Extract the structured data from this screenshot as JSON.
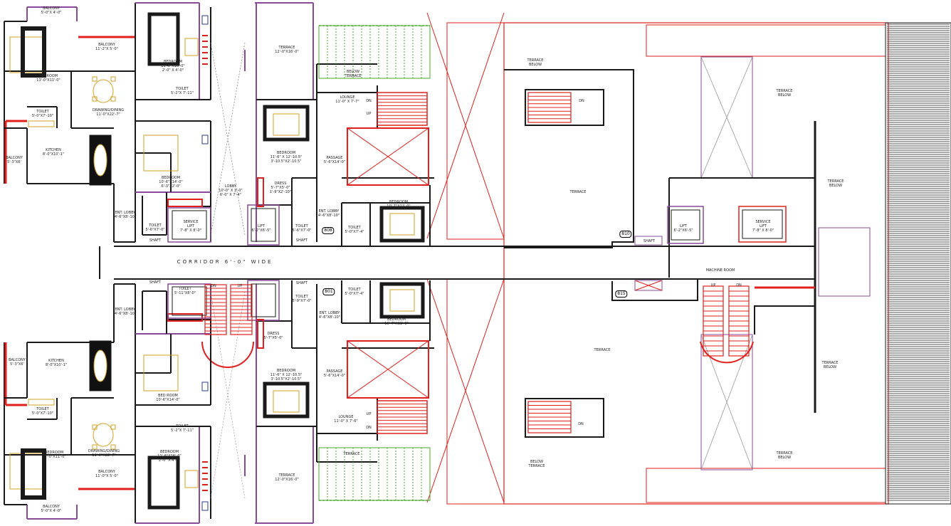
{
  "colors": {
    "wall": "#1a1a1a",
    "red": "#e0201c",
    "purple": "#8a4a9a",
    "gold": "#d4a020",
    "green": "#4aa82a",
    "stripe": "#555555",
    "blue": "#2a3a9a"
  },
  "labels": [
    {
      "id": "balcony-top-left",
      "text": "BALCONY\n5'-0\"X 4'-0\""
    },
    {
      "id": "balcony-top-mid",
      "text": "BALCONY\n11'-2\"X 5'-0\""
    },
    {
      "id": "bedroom-tl",
      "text": "BEDROOM\n13'-0\"X11'-0\""
    },
    {
      "id": "bedroom-tm",
      "text": "BEDROOM\n11'-6\"X16'-0\"\n2'-0\" X 4'-0\""
    },
    {
      "id": "toilet-tm",
      "text": "TOILET\n5'-2\"X 7'-11\""
    },
    {
      "id": "toilet-tl",
      "text": "TOILET\n5'-0\"X7'-10\""
    },
    {
      "id": "drawing-top",
      "text": "DRAWING/DINING\n11'-0\"X22'-7\""
    },
    {
      "id": "kitchen-top",
      "text": "KITCHEN\n8'-0\"X10'-1\""
    },
    {
      "id": "balcony-left-top",
      "text": "BALCONY\n5'-3\"X6'"
    },
    {
      "id": "bedroom-tm2",
      "text": "BEDROOM\n10'-6\"X14'-0\"\n6'-3\"X2'-0\""
    },
    {
      "id": "lobby",
      "text": "LOBBY\n10'-0\" X 3'-0\"\n6'-0\" X 7'-4\""
    },
    {
      "id": "ent-lobby-top",
      "text": "ENT. LOBBY\n4'-6\"X8'-10\""
    },
    {
      "id": "toilet-tm3",
      "text": "TOILET\n5'-6\"X7'-0\""
    },
    {
      "id": "service-lift-left",
      "text": "SERVICE\nLIFT\n7'-8\" X 8'-0\""
    },
    {
      "id": "shaft-top-left",
      "text": "SHAFT"
    },
    {
      "id": "terrace-top-c",
      "text": "TERRACE\n12'-0\"X16'-0\""
    },
    {
      "id": "below-terrace-top",
      "text": "BELOW\nTERRACE"
    },
    {
      "id": "lounge-top",
      "text": "LOUNGE\n11'-0\" X 7'-7\""
    },
    {
      "id": "dn-top",
      "text": "DN"
    },
    {
      "id": "up-top",
      "text": "UP"
    },
    {
      "id": "bedroom-c-top",
      "text": "BEDROOM\n11'-6\" X 12'-10.5\"\n3'-10.5\"X2'-10.5\""
    },
    {
      "id": "passage-top",
      "text": "PASSAGE\n5'-6\"X14'-0\""
    },
    {
      "id": "dress-top",
      "text": "DRESS\n5'-7\"X5'-0\"\n1'-9\"X2'-10\""
    },
    {
      "id": "lift-top",
      "text": "LIFT\n6'-2\"X6'-5\""
    },
    {
      "id": "toilet-c-top",
      "text": "TOILET\n5'-6\"X7'-0\""
    },
    {
      "id": "shaft-c-top",
      "text": "SHAFT"
    },
    {
      "id": "ent-lobby-c-top",
      "text": "ENT. LOBBY\n4'-6\"X8'-10\""
    },
    {
      "id": "bedroom-r-top",
      "text": "BEDROOM\n10'-7\"X11'-0\""
    },
    {
      "id": "toilet-r-top",
      "text": "TOILET\n5'-0\"X7'-4\""
    },
    {
      "id": "tag-808",
      "text": "808"
    },
    {
      "id": "corridor",
      "text": "CORRIDOR 6'-0\" WIDE"
    },
    {
      "id": "shaft-b-left",
      "text": "SHAFT"
    },
    {
      "id": "toilet-b-left",
      "text": "TOILET\n5'-11\"X8'-0\""
    },
    {
      "id": "dn-b",
      "text": "DN"
    },
    {
      "id": "up-b",
      "text": "UP"
    },
    {
      "id": "ent-lobby-b",
      "text": "ENT. LOBBY\n4'-6\"X8'-10\""
    },
    {
      "id": "shaft-b-c",
      "text": "SHAFT"
    },
    {
      "id": "tag-801",
      "text": "801"
    },
    {
      "id": "toilet-b-c",
      "text": "TOILET\n5'-9\"X7'-0\""
    },
    {
      "id": "toilet-b-r",
      "text": "TOILET\n5'-0\"X7'-4\""
    },
    {
      "id": "ent-lobby-b-c",
      "text": "ENT. LOBBY\n4'-6\"X8'-10\""
    },
    {
      "id": "bedroom-b-r",
      "text": "BEDROOM\n10'-7\"X11'-0\""
    },
    {
      "id": "dress-b",
      "text": "DRESS\n5'-7\"X5'-0\""
    },
    {
      "id": "kitchen-b",
      "text": "KITCHEN\n8'-0\"X10'-1\""
    },
    {
      "id": "balcony-left-b",
      "text": "BALCONY\n5'-3\"X6'"
    },
    {
      "id": "bedroom-b-m",
      "text": "BED ROOM\n10'-6\"X14'-0\""
    },
    {
      "id": "bedroom-b-c",
      "text": "BEDROOM\n11'-6\" X 12'-10.5\"\n3'-10.5\"X2'-10.5\""
    },
    {
      "id": "passage-b",
      "text": "PASSAGE\n5'-6\"X14'-0\""
    },
    {
      "id": "toilet-b-l2",
      "text": "TOILET\n5'-0\"X7'-10\""
    },
    {
      "id": "toilet-b-m2",
      "text": "TOILET\n5'-2\"X 7'-11\""
    },
    {
      "id": "lounge-b",
      "text": "LOUNGE\n11'-0\" X 7'-6\""
    },
    {
      "id": "up-b2",
      "text": "UP"
    },
    {
      "id": "dn-b2",
      "text": "DN"
    },
    {
      "id": "drawing-b",
      "text": "DRAWING/DINING\n11'-0\"X22'-7\""
    },
    {
      "id": "bedroom-b-l",
      "text": "BEDROOM\n13'-0\"X11'-0\""
    },
    {
      "id": "bedroom-b-m2",
      "text": "BEDROOM\n11'-6\"X16'-0\"\n2'-0\" X 4'-0\""
    },
    {
      "id": "terrace-b-c2",
      "text": "TERRACE"
    },
    {
      "id": "balcony-b-m",
      "text": "BALCONY\n11'-0\"X 5'-0\""
    },
    {
      "id": "terrace-b-c",
      "text": "TERRACE\n12'-0\"X16'-0\""
    },
    {
      "id": "balcony-b-l",
      "text": "BALCONY\n5'-0\"X 4'-0\""
    },
    {
      "id": "terrace-below-1",
      "text": "TERRACE\nBELOW"
    },
    {
      "id": "terrace-below-2",
      "text": "TERRACE\nBELOW"
    },
    {
      "id": "terrace-1",
      "text": "TERRACE"
    },
    {
      "id": "terrace-below-3",
      "text": "TERRACE\nBELOW"
    },
    {
      "id": "dn-r-top",
      "text": "DN"
    },
    {
      "id": "lift-r",
      "text": "LIFT\n6'-2\"X6'-5\""
    },
    {
      "id": "service-lift-r",
      "text": "SERVICE\nLIFT\n7'-8\" X 8'-0\""
    },
    {
      "id": "tag-810",
      "text": "810"
    },
    {
      "id": "shaft-r",
      "text": "SHAFT"
    },
    {
      "id": "machine-room",
      "text": "MACHINE ROOM"
    },
    {
      "id": "tag-815",
      "text": "815"
    },
    {
      "id": "up-r",
      "text": "UP"
    },
    {
      "id": "dn-r",
      "text": "DN"
    },
    {
      "id": "terrace-2",
      "text": "TERRACE"
    },
    {
      "id": "terrace-below-4",
      "text": "TERRACE\nBELOW"
    },
    {
      "id": "dn-r-b",
      "text": "DN"
    },
    {
      "id": "below-terrace-r",
      "text": "BELOW\nTERRACE"
    },
    {
      "id": "terrace-below-5",
      "text": "TERRACE\nBELOW"
    }
  ]
}
